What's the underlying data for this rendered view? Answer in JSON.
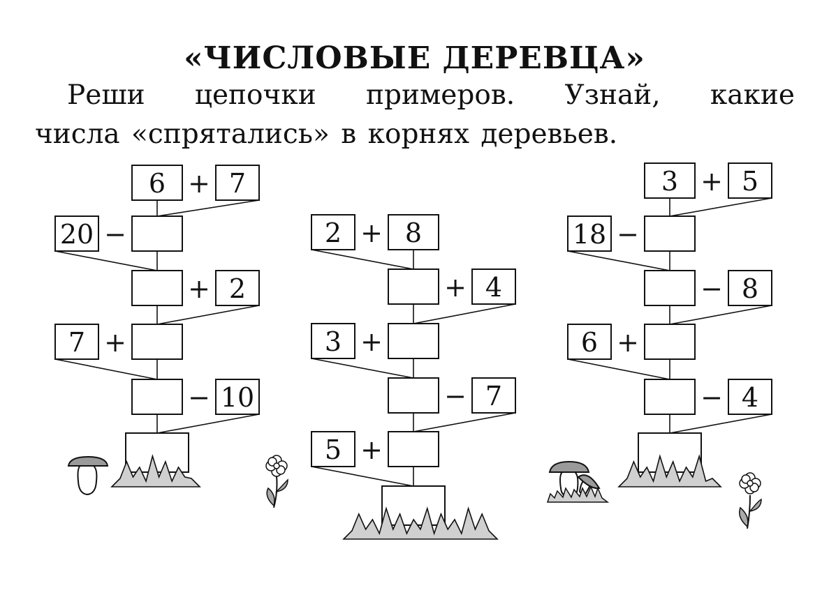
{
  "title": "«ЧИСЛОВЫЕ ДЕРЕВЦА»",
  "instruction_line1": "Реши цепочки примеров. Узнай, какие",
  "instruction_line2": "числа «спрятались» в корнях деревьев.",
  "trees": [
    {
      "steps": [
        {
          "side": "right",
          "left": "6",
          "op": "+",
          "right": "7"
        },
        {
          "side": "left",
          "left": "20",
          "op": "−",
          "right": ""
        },
        {
          "side": "right",
          "left": "",
          "op": "+",
          "right": "2"
        },
        {
          "side": "left",
          "left": "7",
          "op": "+",
          "right": ""
        },
        {
          "side": "right",
          "left": "",
          "op": "−",
          "right": "10"
        }
      ],
      "root": ""
    },
    {
      "steps": [
        {
          "side": "left",
          "left": "2",
          "op": "+",
          "right": "8"
        },
        {
          "side": "right",
          "left": "",
          "op": "+",
          "right": "4"
        },
        {
          "side": "left",
          "left": "3",
          "op": "+",
          "right": ""
        },
        {
          "side": "right",
          "left": "",
          "op": "−",
          "right": "7"
        },
        {
          "side": "left",
          "left": "5",
          "op": "+",
          "right": ""
        }
      ],
      "root": ""
    },
    {
      "steps": [
        {
          "side": "right",
          "left": "3",
          "op": "+",
          "right": "5"
        },
        {
          "side": "left",
          "left": "18",
          "op": "−",
          "right": ""
        },
        {
          "side": "right",
          "left": "",
          "op": "−",
          "right": "8"
        },
        {
          "side": "left",
          "left": "6",
          "op": "+",
          "right": ""
        },
        {
          "side": "right",
          "left": "",
          "op": "−",
          "right": "4"
        }
      ],
      "root": ""
    }
  ],
  "decorations": [
    "mushroom-icon",
    "grass-icon",
    "flower-icon"
  ],
  "colors": {
    "ink": "#111111",
    "grass_fill": "#d0d0d0",
    "mushroom_cap": "#9a9a9a"
  }
}
